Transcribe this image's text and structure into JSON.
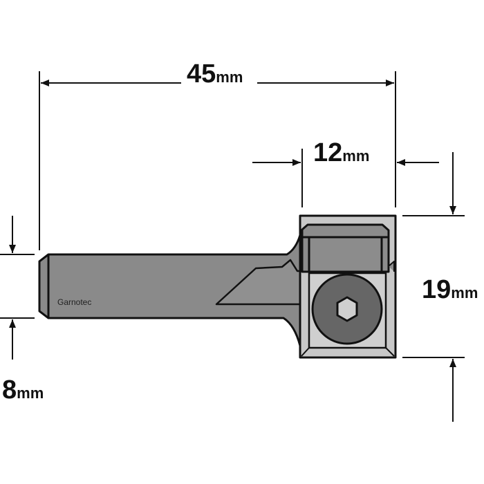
{
  "dimensions": {
    "overall_length": {
      "value": "45",
      "unit": "mm"
    },
    "cutting_length": {
      "value": "12",
      "unit": "mm"
    },
    "cutting_diameter": {
      "value": "19",
      "unit": "mm"
    },
    "shank_diameter": {
      "value": "8",
      "unit": "mm"
    }
  },
  "brand": "Garnotec",
  "colors": {
    "shank": "#8a8a8a",
    "head": "#c8c8c8",
    "insert": "#8c8c8c",
    "screw": "#666666",
    "line": "#111111"
  }
}
